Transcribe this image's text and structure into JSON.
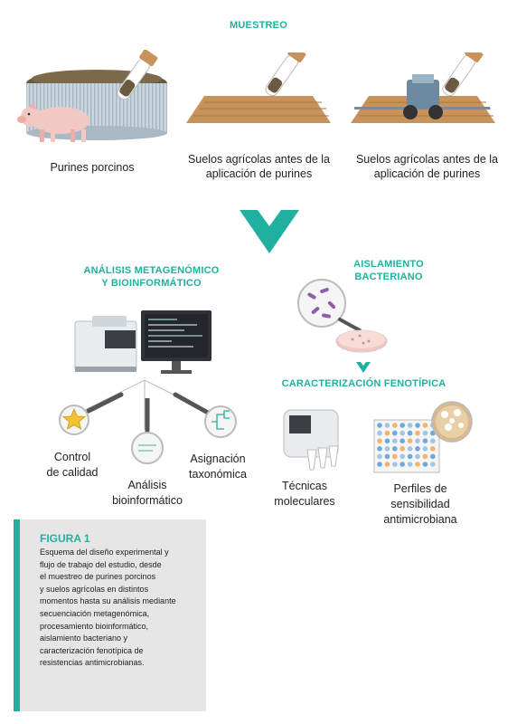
{
  "muestreo": {
    "title": "MUESTREO",
    "items": [
      {
        "label": "Purines porcinos"
      },
      {
        "label": "Suelos agrícolas antes de la aplicación de purines"
      },
      {
        "label": "Suelos agrícolas antes de la aplicación de purines"
      }
    ]
  },
  "metagenomico": {
    "title_line1": "ANÁLISIS METAGENÓMICO",
    "title_line2": "Y BIOINFORMÁTICO",
    "items": [
      {
        "line1": "Control",
        "line2": "de calidad"
      },
      {
        "line1": "Análisis",
        "line2": "bioinformático"
      },
      {
        "line1": "Asignación",
        "line2": "taxonómica"
      }
    ]
  },
  "aislamiento": {
    "title_line1": "AISLAMIENTO",
    "title_line2": "BACTERIANO"
  },
  "caracterizacion": {
    "title": "CARACTERIZACIÓN FENOTÍPICA",
    "items": [
      {
        "line1": "Técnicas",
        "line2": "moleculares"
      },
      {
        "line1": "Perfiles de",
        "line2": "sensibilidad",
        "line3": "antimicrobiana"
      }
    ]
  },
  "figura": {
    "title": "FIGURA 1",
    "lines": [
      "Esquema del diseño experimental y",
      "flujo de trabajo del estudio, desde",
      "el muestreo de purines porcinos",
      "y suelos agrícolas en distintos",
      "momentos hasta su análisis mediante",
      "secuenciación metagenómica,",
      "procesamiento bioinformático,",
      "aislamiento bacteriano y",
      "caracterización fenotípica de",
      "resistencias antimicrobianas."
    ]
  },
  "colors": {
    "accent": "#21b0a0",
    "caption_bg": "#e6e6e6"
  }
}
